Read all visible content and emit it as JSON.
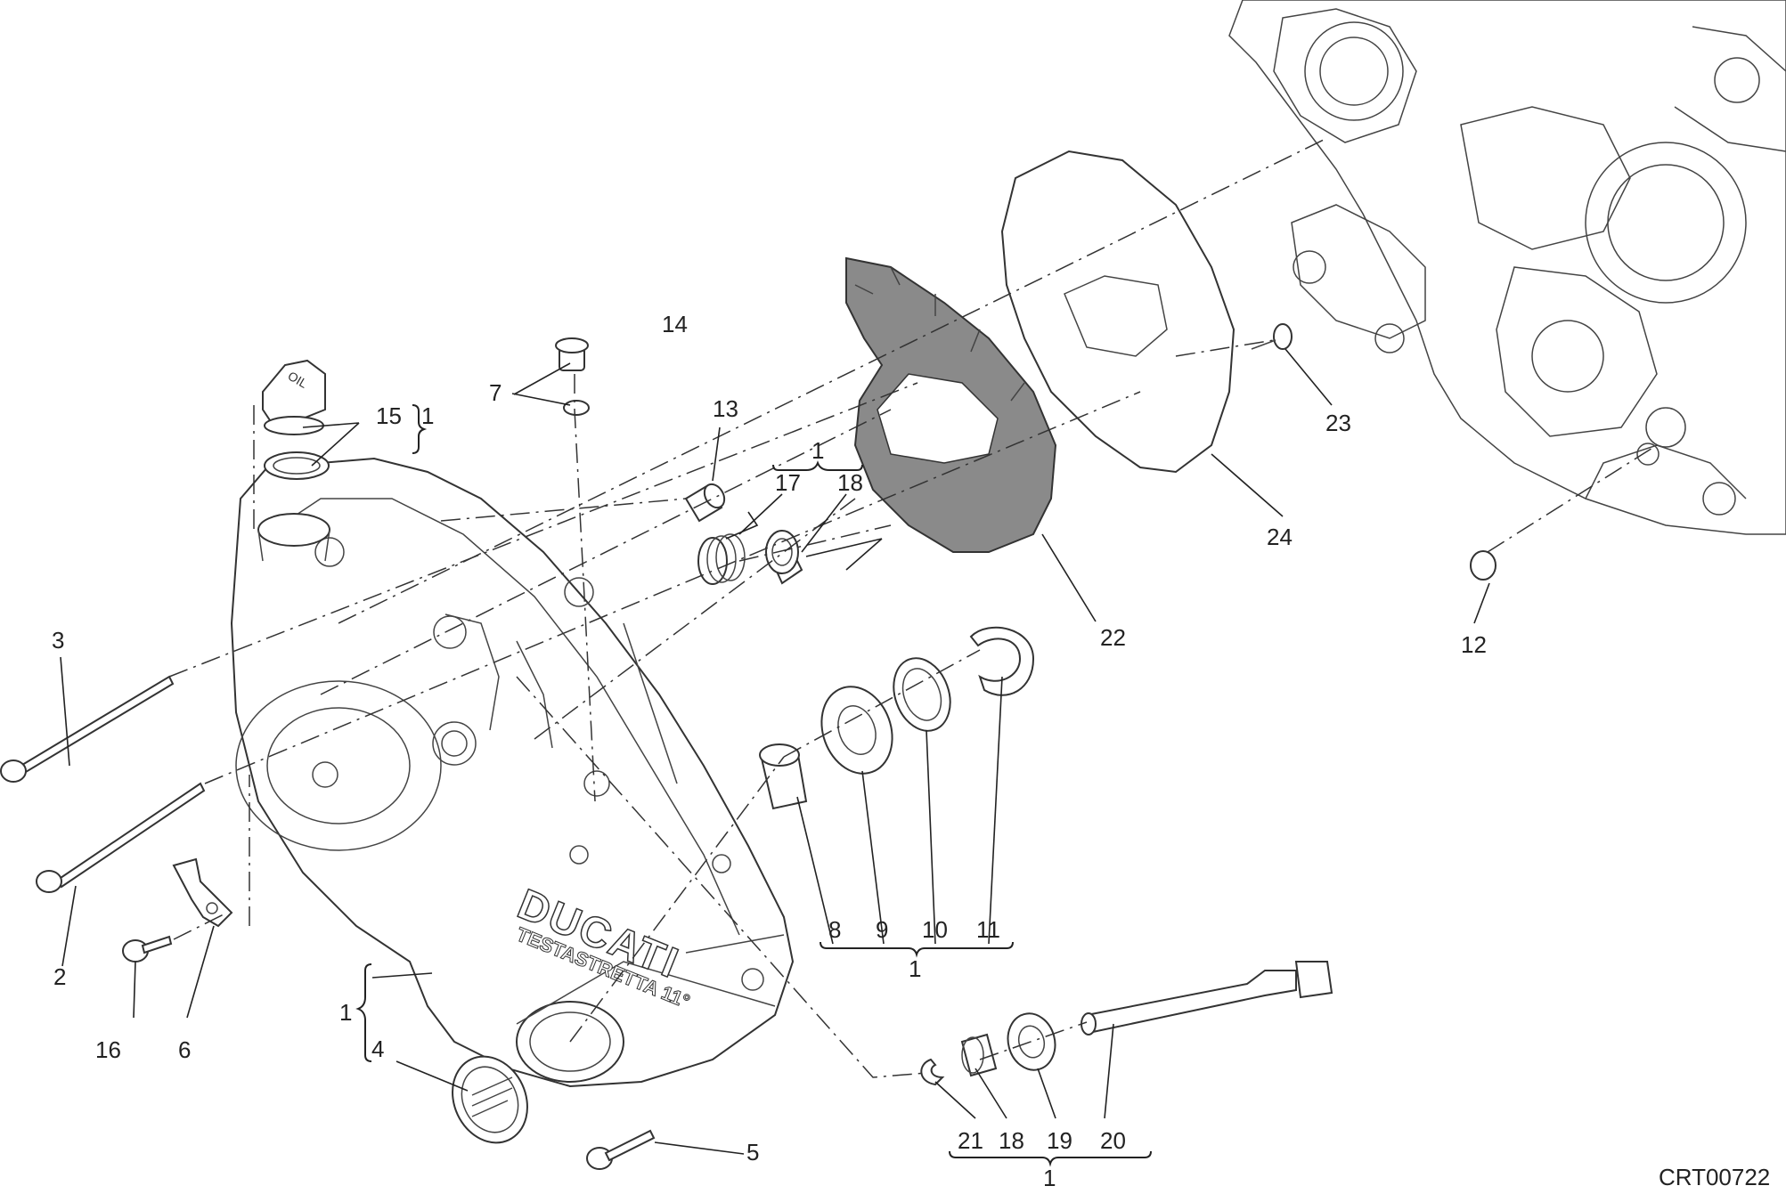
{
  "drawing": {
    "code": "CRT00722",
    "brand_lettering": "DUCATI",
    "model_lettering": "TESTASTRETTA 11°",
    "cap_lettering": "OIL"
  },
  "callouts": {
    "c1a": "1",
    "c1b": "1",
    "c1c": "1",
    "c1d": "1",
    "c1e": "1",
    "c2": "2",
    "c3": "3",
    "c4": "4",
    "c5": "5",
    "c6": "6",
    "c7": "7",
    "c8": "8",
    "c9": "9",
    "c10": "10",
    "c11": "11",
    "c12": "12",
    "c13": "13",
    "c14": "14",
    "c15": "15",
    "c16": "16",
    "c17": "17",
    "c18a": "18",
    "c18b": "18",
    "c19": "19",
    "c20": "20",
    "c21": "21",
    "c22": "22",
    "c23": "23",
    "c24": "24"
  }
}
